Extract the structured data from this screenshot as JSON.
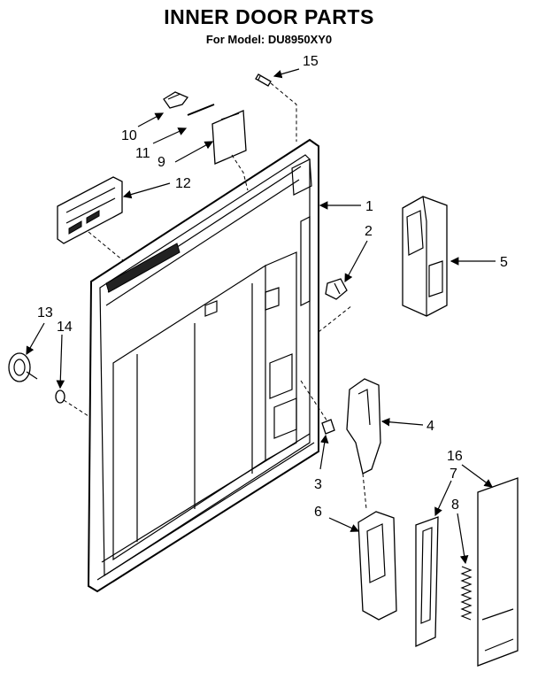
{
  "title": "INNER DOOR PARTS",
  "subtitle": "For Model: DU8950XY0",
  "callouts": [
    "1",
    "2",
    "3",
    "4",
    "5",
    "6",
    "7",
    "8",
    "9",
    "10",
    "11",
    "12",
    "13",
    "14",
    "15",
    "16"
  ]
}
